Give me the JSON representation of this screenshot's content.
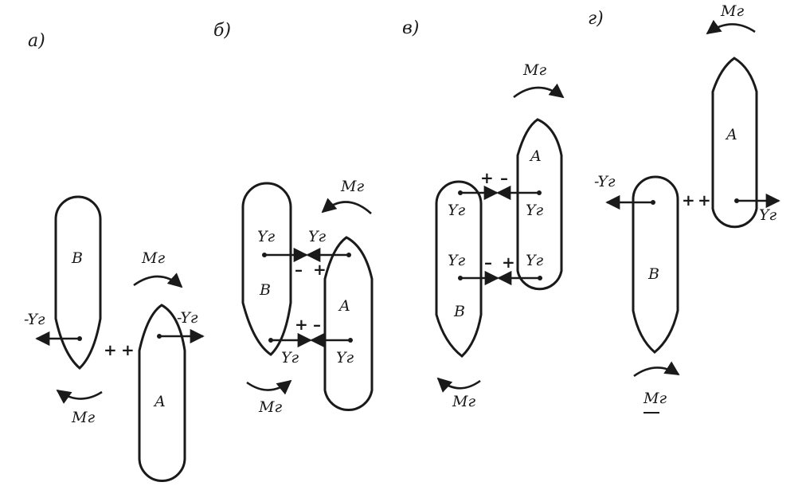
{
  "panels": [
    "а)",
    "б)",
    "в)",
    "г)"
  ],
  "ship_a": "A",
  "ship_b": "B",
  "moment": "Mг",
  "force_pos": "Yг",
  "force_neg": "-Yг",
  "plus": "+",
  "minus": "–"
}
